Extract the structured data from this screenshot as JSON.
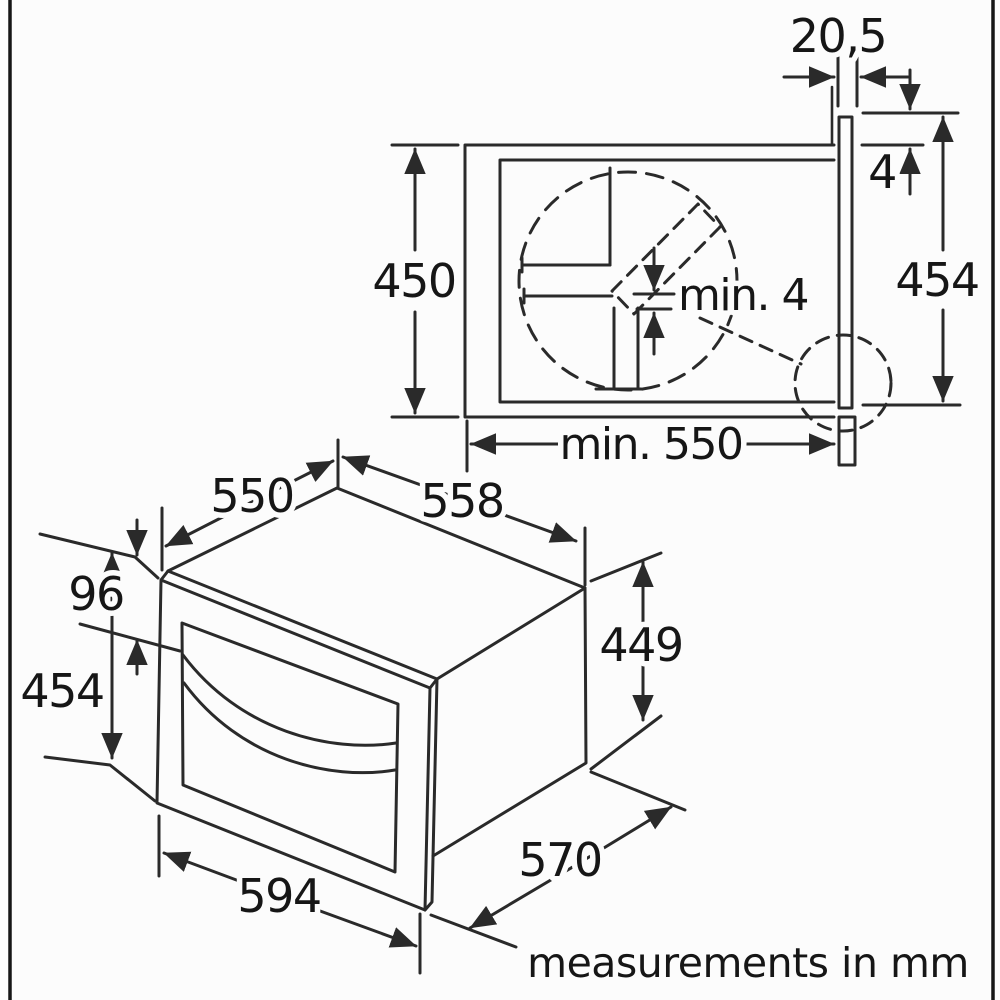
{
  "colors": {
    "line": "#2a2a2a",
    "text": "#161616",
    "background": "#fcfcfc"
  },
  "niche_view": {
    "dims": {
      "trim_width": "20,5",
      "top_overhang": "4",
      "trim_height": "454",
      "niche_height": "450",
      "shelf_gap": "min. 4",
      "niche_depth": "min. 550"
    }
  },
  "oven_view": {
    "dims": {
      "top_depth": "550",
      "top_width": "558",
      "control_panel_height": "96",
      "front_height": "454",
      "body_height": "449",
      "body_depth": "570",
      "front_width": "594"
    }
  },
  "footer": {
    "units_note": "measurements in mm"
  }
}
